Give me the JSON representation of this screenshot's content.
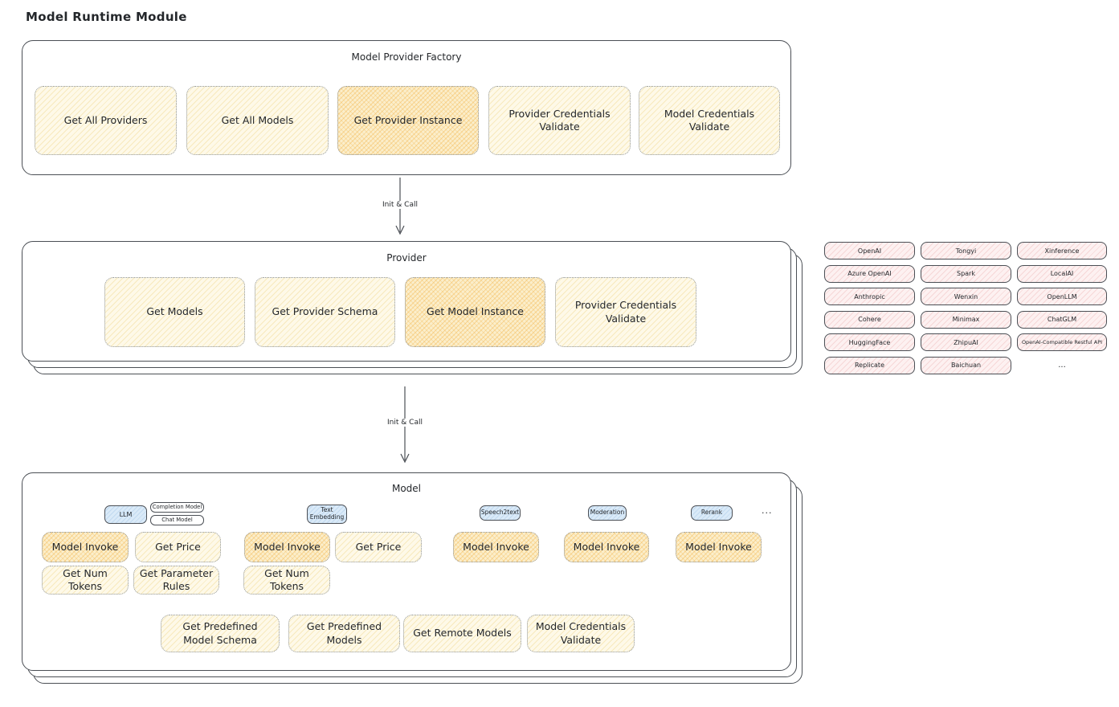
{
  "page": {
    "title": "Model Runtime Module"
  },
  "colors": {
    "node_yellow": "#FEF9E8",
    "node_highlight": "#FBEECB",
    "vendor_pink": "#FDF1F1",
    "tag_blue": "#DAEAF8",
    "stroke_dark": "#4B4F55",
    "stroke_dotted": "#8E959C"
  },
  "factory": {
    "title": "Model Provider Factory",
    "items": [
      {
        "label": "Get All Providers"
      },
      {
        "label": "Get All Models"
      },
      {
        "label": "Get Provider Instance"
      },
      {
        "label": "Provider Credentials Validate"
      },
      {
        "label": "Model Credentials Validate"
      }
    ]
  },
  "flow": {
    "init_call_1": "Init & Call",
    "init_call_2": "Init & Call"
  },
  "provider": {
    "title": "Provider",
    "items": [
      {
        "label": "Get Models"
      },
      {
        "label": "Get Provider Schema"
      },
      {
        "label": "Get Model Instance"
      },
      {
        "label": "Provider Credentials Validate"
      }
    ]
  },
  "vendors": {
    "col1": [
      "OpenAI",
      "Azure OpenAI",
      "Anthropic",
      "Cohere",
      "HuggingFace",
      "Replicate"
    ],
    "col2": [
      "Tongyi",
      "Spark",
      "Wenxin",
      "Minimax",
      "ZhipuAI",
      "Baichuan"
    ],
    "col3": [
      "Xinference",
      "LocalAI",
      "OpenLLM",
      "ChatGLM",
      "OpenAI-Compatible Restful API",
      "..."
    ]
  },
  "model": {
    "title": "Model",
    "type_tags": [
      "LLM",
      "Completion Model",
      "Chat Model",
      "Text Embedding",
      "Speech2text",
      "Moderation",
      "Rerank"
    ],
    "ellipsis": "...",
    "ops": [
      "Model Invoke",
      "Get Price",
      "Get Num Tokens",
      "Get Parameter Rules",
      "Model Invoke",
      "Get Price",
      "Get Num Tokens",
      "Model Invoke",
      "Model Invoke",
      "Model Invoke"
    ],
    "bottom_ops": [
      "Get Predefined Model Schema",
      "Get Predefined Models",
      "Get Remote Models",
      "Model Credentials Validate"
    ]
  }
}
